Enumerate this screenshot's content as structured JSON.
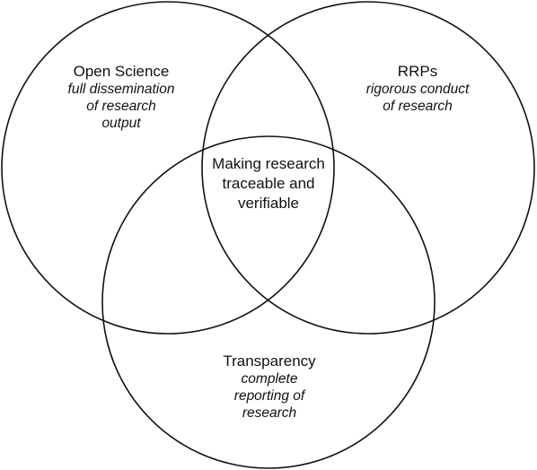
{
  "circles": [
    {
      "id": "open-science",
      "title": "Open Science",
      "description": "full dissemination of research output"
    },
    {
      "id": "rrps",
      "title": "RRPs",
      "description": "rigorous conduct of research"
    },
    {
      "id": "transparency",
      "title": "Transparency",
      "description": "complete reporting of research"
    }
  ],
  "intersection": {
    "text": "Making research traceable and verifiable"
  },
  "colors": {
    "stroke": "#111111",
    "background": "#ffffff"
  }
}
